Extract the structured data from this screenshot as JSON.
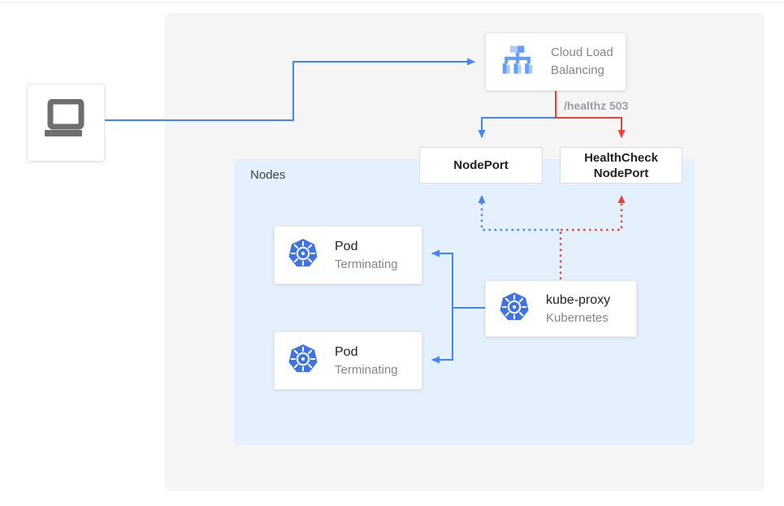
{
  "page": {
    "nodes_group_label": "Nodes",
    "client": {
      "icon": "laptop-icon"
    },
    "cloud_load_balancing": {
      "label": "Cloud Load Balancing",
      "icon": "cloud-load-balancing-icon"
    },
    "healthz_edge_label": "/healthz 503",
    "nodeport": {
      "label": "NodePort"
    },
    "healthcheck_nodeport": {
      "label": "HealthCheck NodePort"
    },
    "pods": [
      {
        "title": "Pod",
        "subtitle": "Terminating",
        "icon": "kubernetes-icon"
      },
      {
        "title": "Pod",
        "subtitle": "Terminating",
        "icon": "kubernetes-icon"
      }
    ],
    "kube_proxy": {
      "title": "kube-proxy",
      "subtitle": "Kubernetes",
      "icon": "kubernetes-icon"
    },
    "colors": {
      "flow_blue": "#4285f4",
      "flow_red": "#e94335",
      "nodes_bg": "#e4f0fb",
      "panel_bg": "#f5f5f5",
      "kubernetes_blue": "#3e73e8"
    }
  }
}
